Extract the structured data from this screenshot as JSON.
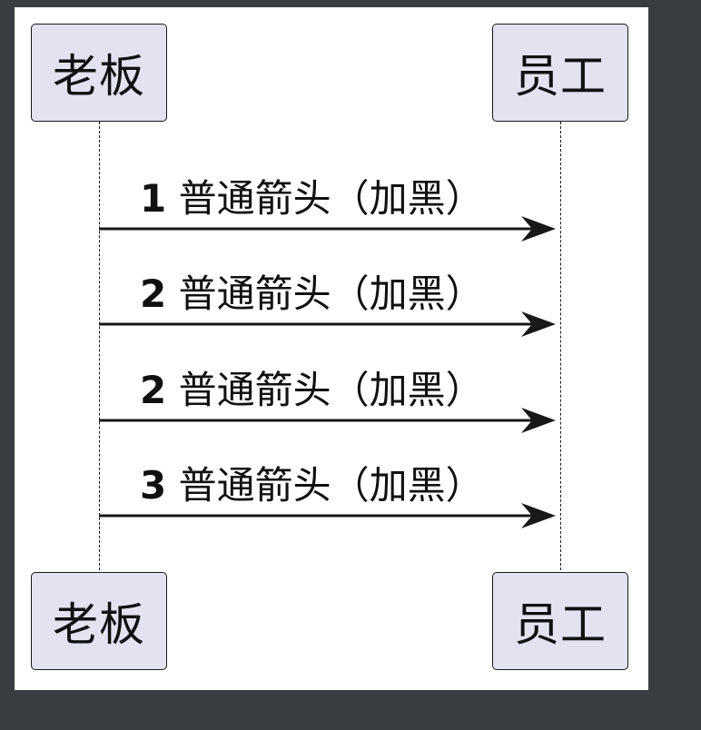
{
  "participants": {
    "left": "老板",
    "right": "员工"
  },
  "messages": [
    {
      "number": "1",
      "text": "普通箭头（加黑）"
    },
    {
      "number": "2",
      "text": "普通箭头（加黑）"
    },
    {
      "number": "2",
      "text": "普通箭头（加黑）"
    },
    {
      "number": "3",
      "text": "普通箭头（加黑）"
    }
  ],
  "colors": {
    "participant_fill": "#e2e2f0",
    "line": "#181818",
    "background": "#ffffff",
    "frame": "#393d42"
  }
}
